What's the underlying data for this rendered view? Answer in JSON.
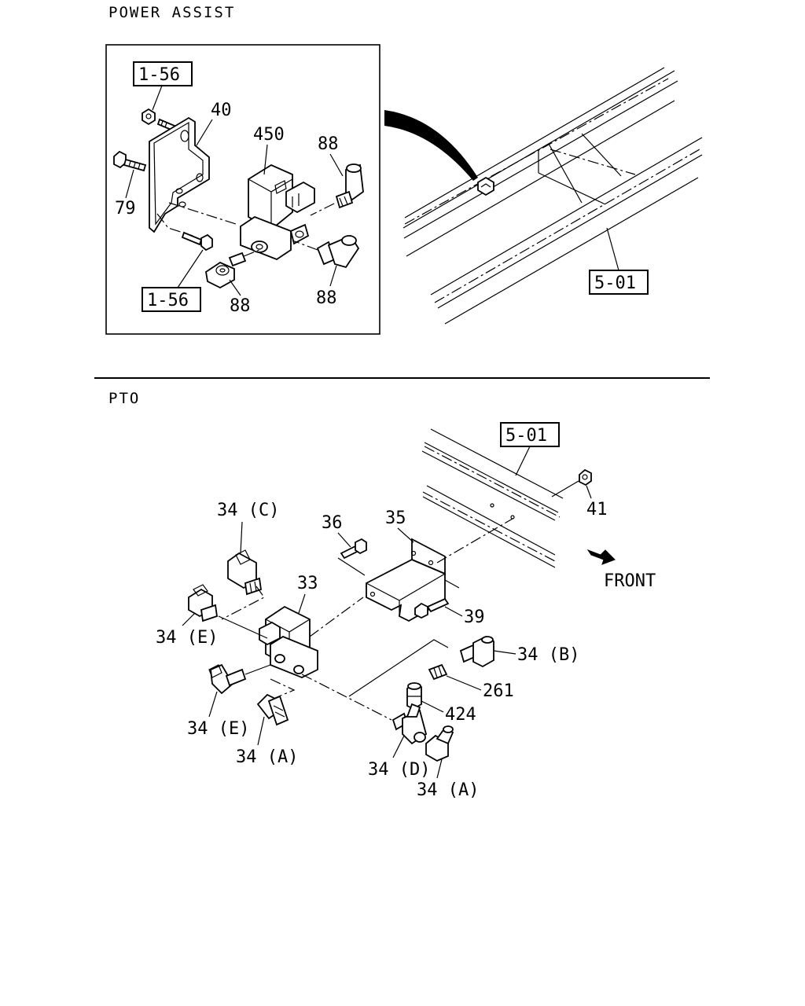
{
  "sections": {
    "power_assist": {
      "title": "POWER ASSIST"
    },
    "pto": {
      "title": "PTO"
    }
  },
  "callouts": {
    "pa_ref_top": "1-56",
    "pa_40": "40",
    "pa_450": "450",
    "pa_88_top": "88",
    "pa_79": "79",
    "pa_ref_bottom": "1-56",
    "pa_88_bottom_left": "88",
    "pa_88_bottom_right": "88",
    "pa_frame_ref": "5-01",
    "pto_frame_ref": "5-01",
    "pto_41": "41",
    "pto_front": "FRONT",
    "pto_34c": "34 (C)",
    "pto_36": "36",
    "pto_35": "35",
    "pto_33": "33",
    "pto_39": "39",
    "pto_34e_top": "34 (E)",
    "pto_34b": "34 (B)",
    "pto_261": "261",
    "pto_424": "424",
    "pto_34e_bottom": "34 (E)",
    "pto_34a_left": "34 (A)",
    "pto_34d": "34 (D)",
    "pto_34a_right": "34 (A)"
  }
}
